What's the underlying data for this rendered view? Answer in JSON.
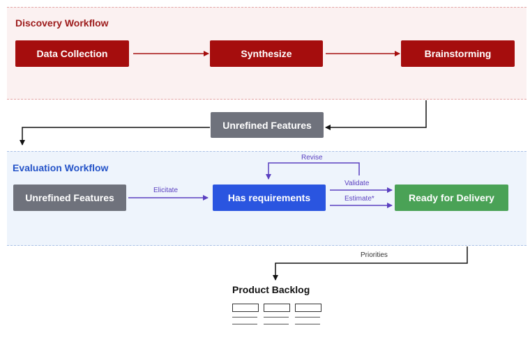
{
  "discovery": {
    "title": "Discovery Workflow",
    "nodes": {
      "data_collection": "Data Collection",
      "synthesize": "Synthesize",
      "brainstorming": "Brainstorming"
    }
  },
  "handoff": {
    "unrefined_features": "Unrefined Features"
  },
  "evaluation": {
    "title": "Evaluation Workflow",
    "nodes": {
      "unrefined_features": "Unrefined Features",
      "has_requirements": "Has requirements",
      "ready_for_delivery": "Ready for Delivery"
    },
    "edges": {
      "elicitate": "Elicitate",
      "revise": "Revise",
      "validate": "Validate",
      "estimate": "Estimate*",
      "priorities": "Priorities"
    }
  },
  "backlog": {
    "title": "Product Backlog"
  },
  "colors": {
    "discovery_node": "#a50d0d",
    "discovery_title": "#9c1a1a",
    "evaluation_title": "#2453c8",
    "handoff_node": "#6f727c",
    "requirements_node": "#2a55e0",
    "delivery_node": "#4aa256",
    "evaluation_arrow": "#5a3fc0",
    "discovery_arrow": "#a50d0d"
  }
}
